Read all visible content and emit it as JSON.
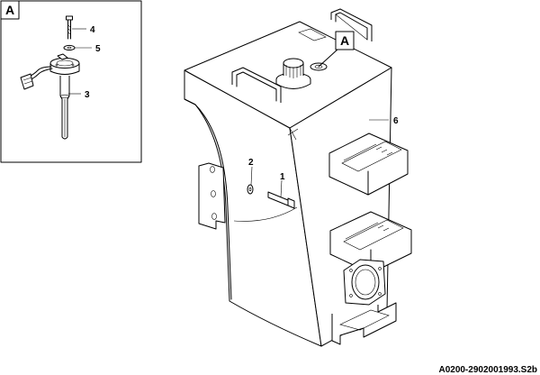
{
  "detail_box": {
    "label": "A"
  },
  "detail_marker": {
    "label": "A"
  },
  "callouts": {
    "c1": "1",
    "c2": "2",
    "c3": "3",
    "c4": "4",
    "c5": "5",
    "c6": "6"
  },
  "reference_code": "A0200-2902001993.S2b"
}
